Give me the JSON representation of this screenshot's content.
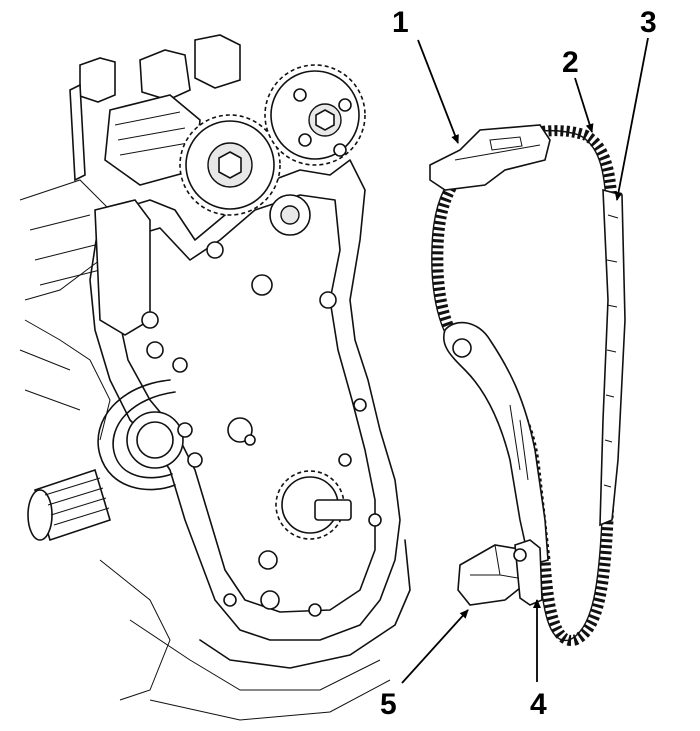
{
  "diagram": {
    "colors": {
      "ink": "#111111",
      "background": "#ffffff"
    },
    "callouts": [
      {
        "id": "1",
        "label": "1",
        "part": "upper-chain-guide"
      },
      {
        "id": "2",
        "label": "2",
        "part": "timing-chain"
      },
      {
        "id": "3",
        "label": "3",
        "part": "chain-guide-right"
      },
      {
        "id": "4",
        "label": "4",
        "part": "tensioner-bolt"
      },
      {
        "id": "5",
        "label": "5",
        "part": "chain-tensioner"
      }
    ]
  }
}
